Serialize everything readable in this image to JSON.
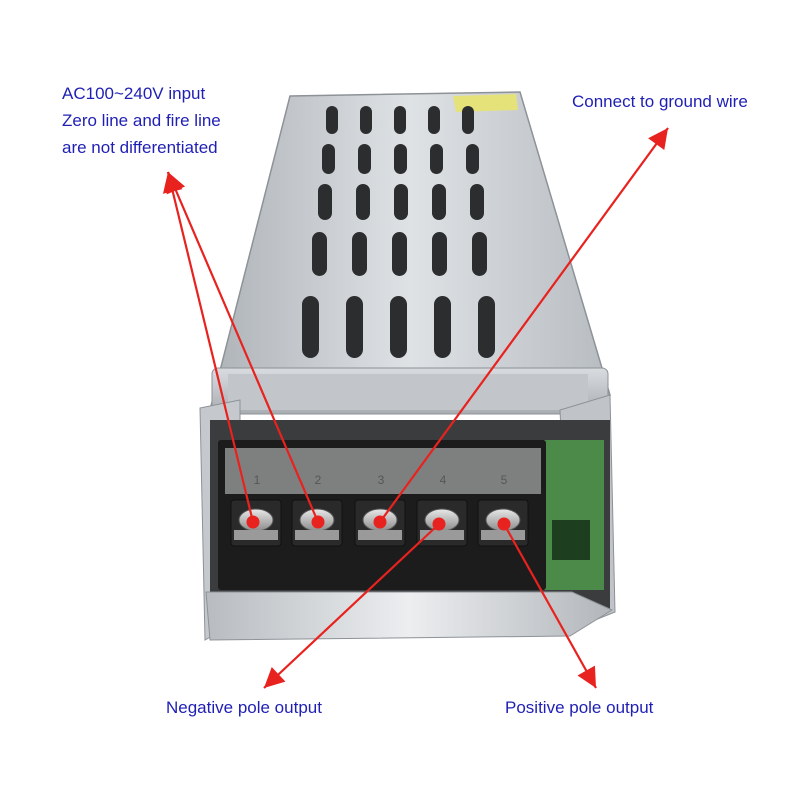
{
  "labels": {
    "ac_input": [
      "AC100~240V input",
      "Zero line and fire line",
      "are not differentiated"
    ],
    "ground": "Connect to ground wire",
    "negative": "Negative pole output",
    "positive": "Positive pole output"
  },
  "terminal_numbers": [
    "1",
    "2",
    "3",
    "4",
    "5"
  ],
  "colors": {
    "label_text": "#1f1fb4",
    "arrow": "#e8221e",
    "case_metal": "#c9cdd2",
    "terminal_block": "#1c1c1c"
  }
}
